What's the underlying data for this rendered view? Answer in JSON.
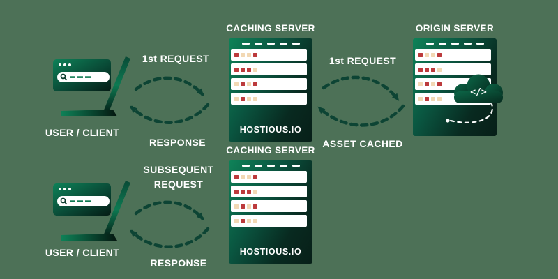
{
  "background": "#4d7157",
  "colors": {
    "red": "#bc3a3c",
    "cream": "#f2d8b4",
    "arrow_green": "#0d4434",
    "panel_green_light": "#0e8258",
    "panel_green_dark": "#071f18",
    "label_white": "#ffffff"
  },
  "labels": {
    "user_client_top": "USER / CLIENT",
    "user_client_bottom": "USER / CLIENT",
    "top_request": "1st REQUEST",
    "top_response": "RESPONSE",
    "mid_request": "1st REQUEST",
    "asset_cached": "ASSET CACHED",
    "subsequent_request": "SUBSEQUENT REQUEST",
    "bottom_response": "RESPONSE"
  },
  "servers": {
    "caching_top": {
      "title": "CACHING SERVER",
      "brand": "HOSTIOUS.IO"
    },
    "caching_bottom": {
      "title": "CACHING SERVER",
      "brand": "HOSTIOUS.IO"
    },
    "origin": {
      "title": "ORIGIN SERVER",
      "code_glyph": "</>"
    }
  },
  "server_row_pattern": [
    [
      "red",
      "cream",
      "cream",
      "red"
    ],
    [
      "red",
      "red",
      "red",
      "cream"
    ],
    [
      "cream",
      "red",
      "cream",
      "red"
    ],
    [
      "cream",
      "red",
      "cream",
      "cream"
    ]
  ]
}
